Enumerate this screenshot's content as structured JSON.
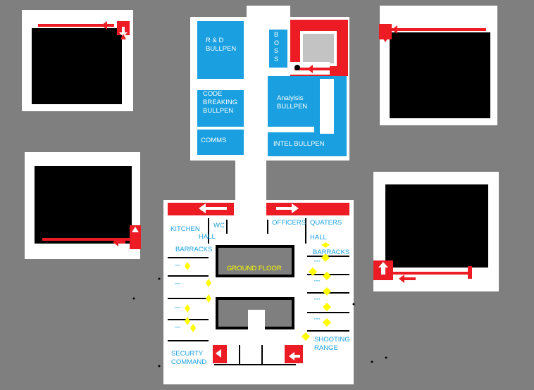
{
  "colors": {
    "background": "#7f7f7f",
    "wall": "#ffffff",
    "void": "#000000",
    "room_blue": "#1aa0e0",
    "route_red": "#ed1c24",
    "waypoint_yellow": "#ffff00",
    "core_gray": "#7f7f7f"
  },
  "labels": {
    "rnd": "R & D\nBULLPEN",
    "boss": "B\nO\nS\nS",
    "code": "CODE\nBREAKING\nBULLPEN",
    "analysis": "Analyisis\nBULLPEN",
    "comms": "COMMS",
    "intel": "INTEL BULLPEN",
    "kitchen": "KITCHEN",
    "hall_left": "HALL",
    "wc": "WC",
    "officers": "OFFICERS",
    "quarters": "QUATERS",
    "hall_right": "HALL",
    "barracks_left": "BARRACKS",
    "barracks_right": "BARRACKS",
    "ground_floor": "GROUND FLOOR",
    "security": "SECURTY\nCOMMAND",
    "shooting": "SHOOTING\nRANGE",
    "dots": "''''''"
  }
}
